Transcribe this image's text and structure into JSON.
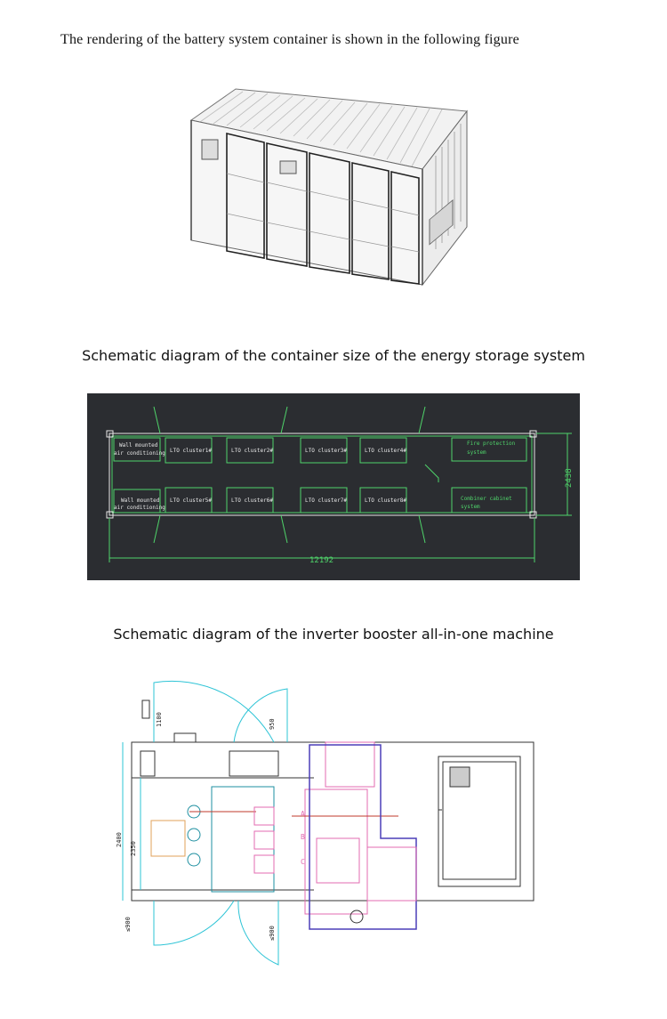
{
  "intro_text": "The rendering of the battery system container is shown in the following figure",
  "heading_container_size": "Schematic diagram of the container size of the energy storage system",
  "heading_inverter": "Schematic diagram of the inverter booster all-in-one machine",
  "layout_diagram": {
    "ac_top": [
      "Wall mounted",
      "air conditioning"
    ],
    "ac_bottom": [
      "Wall mounted",
      "air conditioning"
    ],
    "fire": [
      "Fire protection",
      "system"
    ],
    "combiner": [
      "Combiner cabinet",
      "system"
    ],
    "clusters_top": [
      "LTO cluster1#",
      "LTO cluster2#",
      "LTO cluster3#",
      "LTO cluster4#"
    ],
    "clusters_bottom": [
      "LTO cluster5#",
      "LTO cluster6#",
      "LTO cluster7#",
      "LTO cluster8#"
    ],
    "dim_length": "12192",
    "dim_width": "2438"
  },
  "inverter_diagram": {
    "dim_left_outer": "2400",
    "dim_left_inner": "2350",
    "dim_door_top_left": "1100",
    "dim_door_top_mid": "950",
    "dim_door_bottom_left": "≤900",
    "dim_door_bottom_mid": "≤900",
    "phase_a": "A",
    "phase_b": "B",
    "phase_c": "C"
  },
  "colors": {
    "cad_background": "#2b2d31",
    "cad_green": "#4fd36a",
    "cad_white": "#e8e8e8",
    "cad_cyan": "#2ec4d6",
    "cad_pink": "#e36bb0",
    "cad_purple": "#4b3fb8",
    "cad_teal": "#1e8fa0"
  }
}
